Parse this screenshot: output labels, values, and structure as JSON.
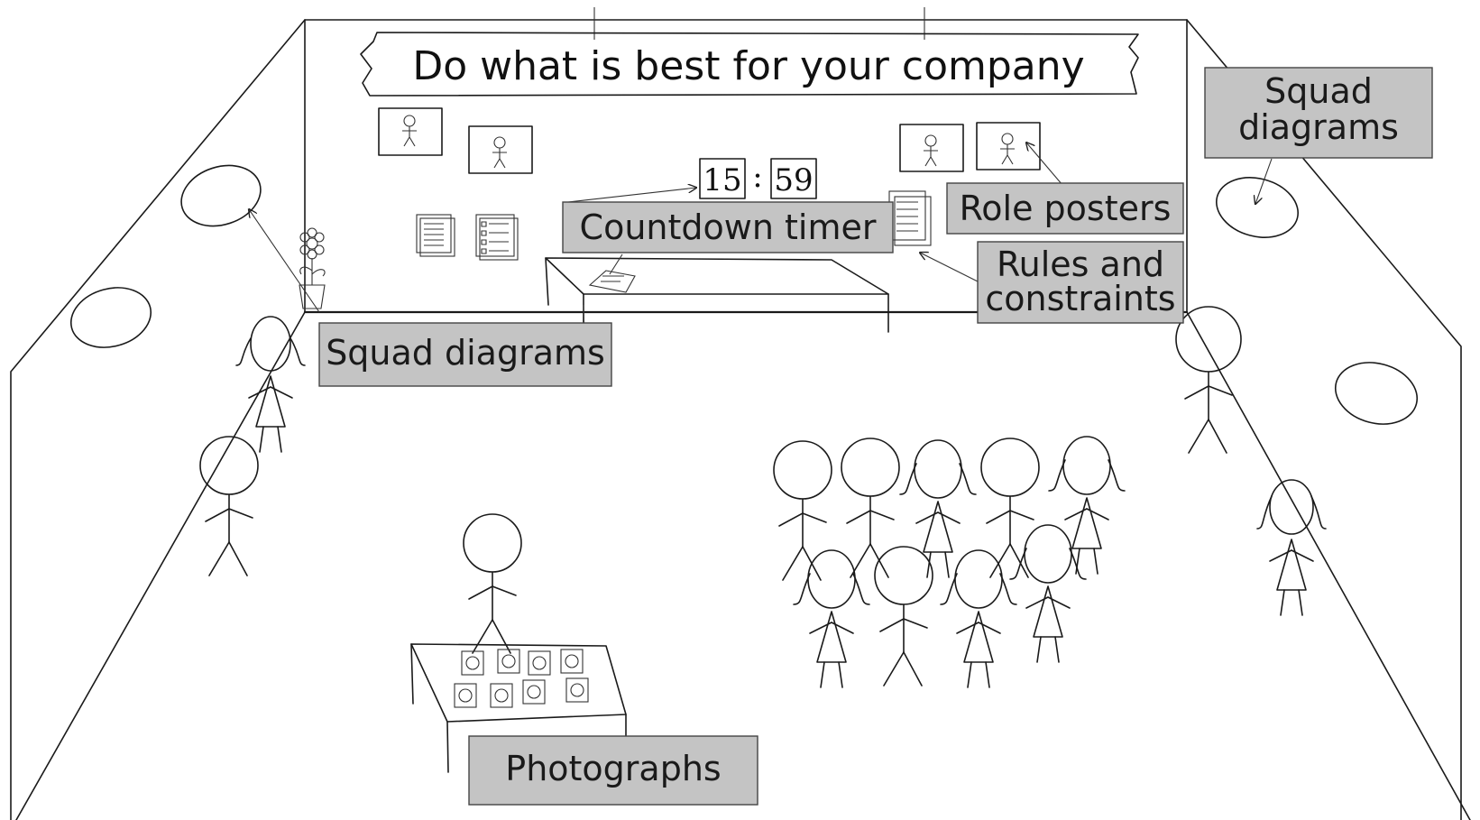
{
  "banner": {
    "text": "Do what is best for your company"
  },
  "timer": {
    "minutes": "15",
    "separator": ":",
    "seconds": "59"
  },
  "labels": {
    "countdown_timer": "Countdown timer",
    "role_posters": "Role posters",
    "rules_line1": "Rules and",
    "rules_line2": "constraints",
    "squad_left": "Squad diagrams",
    "squad_right_line1": "Squad",
    "squad_right_line2": "diagrams",
    "photographs": "Photographs"
  },
  "colors": {
    "label_fill": "#c4c4c4",
    "ink": "#1a1a1a"
  }
}
